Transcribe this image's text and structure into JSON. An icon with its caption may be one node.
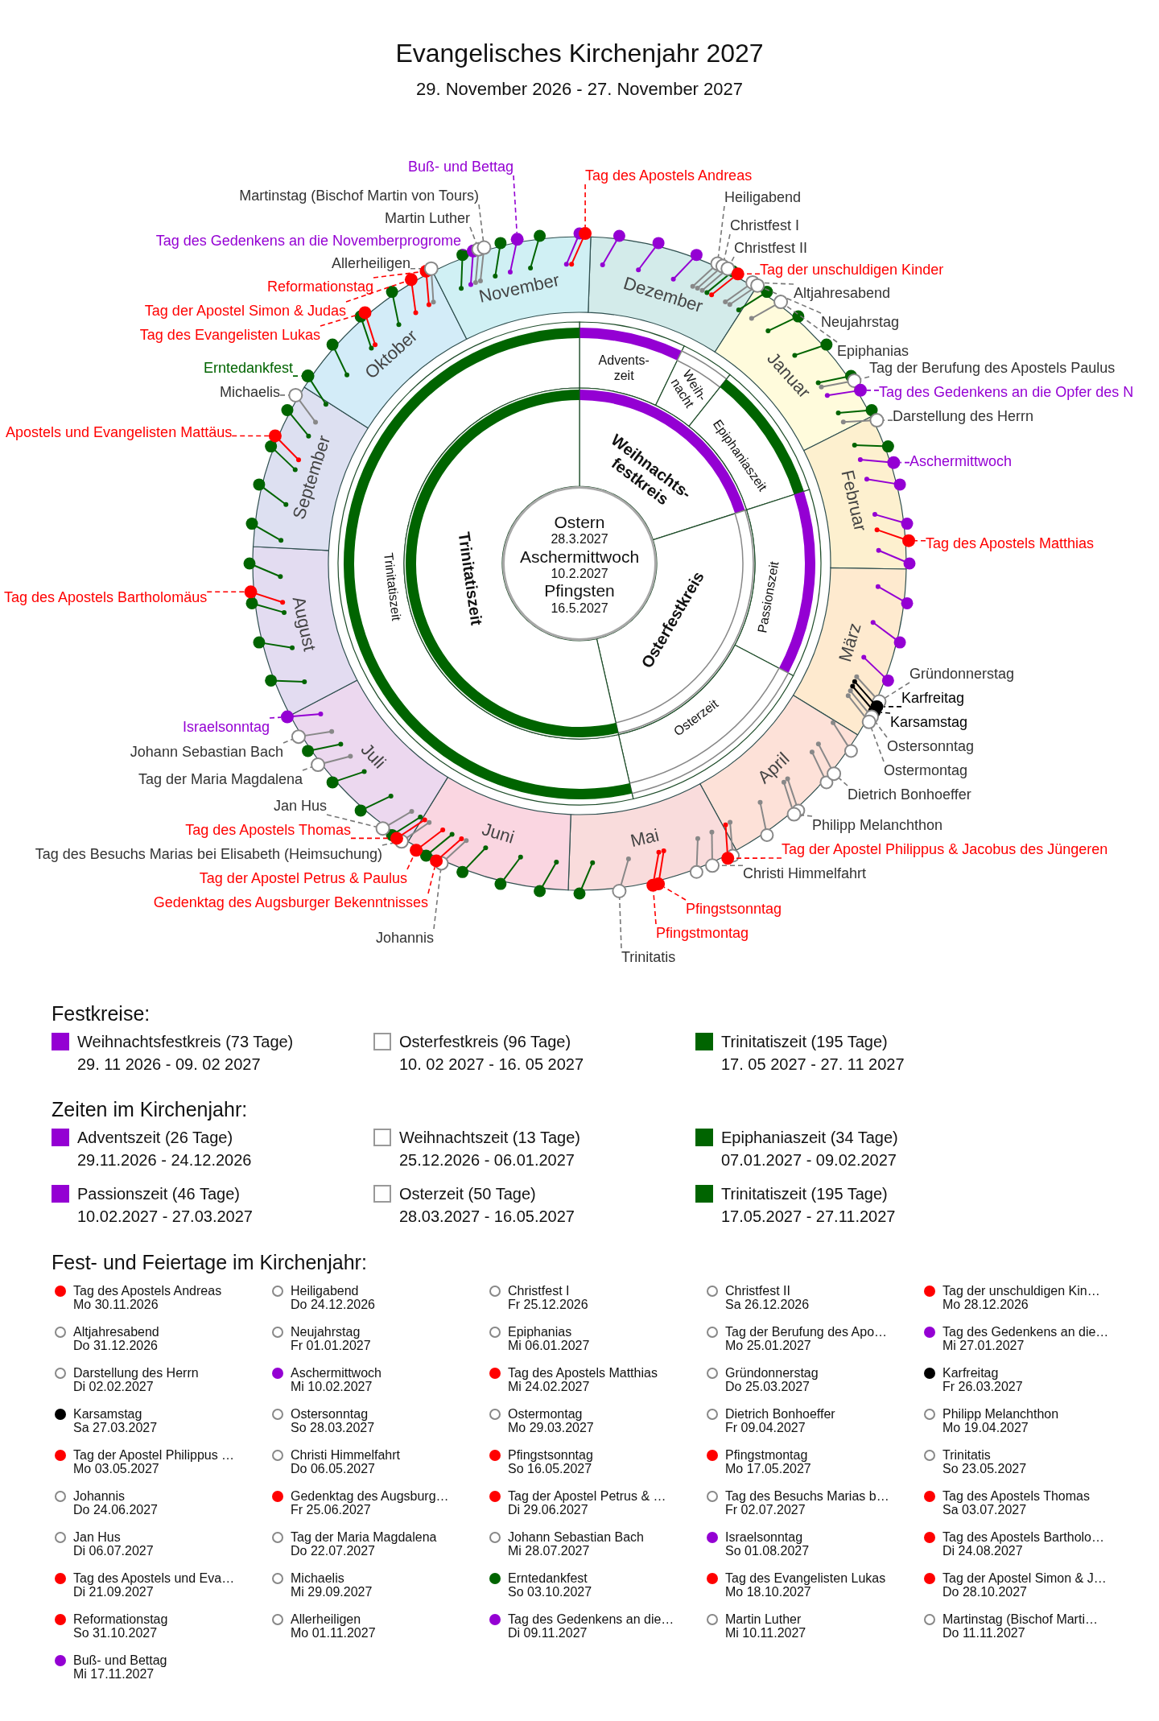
{
  "diagram": {
    "title": "Evangelisches Kirchenjahr 2027",
    "nodes": [
      {
        "text": [
          "Dezember"
        ]
      },
      {
        "text": [
          "Januar"
        ]
      },
      {
        "text": [
          "Februar"
        ]
      },
      {
        "text": [
          "März"
        ]
      },
      {
        "text": [
          "April"
        ]
      },
      {
        "text": [
          "Mai"
        ]
      },
      {
        "text": [
          "Juni"
        ]
      },
      {
        "text": [
          "Juli"
        ]
      },
      {
        "text": [
          "August"
        ]
      },
      {
        "text": [
          "September"
        ]
      },
      {
        "text": [
          "Oktober"
        ]
      },
      {
        "text": [
          "November"
        ]
      },
      {
        "text": [
          "Advents- zeit"
        ]
      },
      {
        "text": [
          "Weih- nacht"
        ]
      },
      {
        "text": [
          "Epiphaniaszeit"
        ]
      },
      {
        "text": [
          "Passionszeit"
        ]
      },
      {
        "text": [
          "Osterzeit"
        ]
      },
      {
        "text": [
          "Trinitatiszeit"
        ]
      },
      {
        "text": [
          "Weihnachts- festkreis"
        ]
      },
      {
        "text": [
          "Osterfestkreis"
        ]
      },
      {
        "text": [
          "Trinitatiszeit"
        ]
      },
      {
        "text": [
          "Ostern",
          "28.3.2027",
          "Aschermittwoch",
          "10.2.2027",
          "Pfingsten",
          "16.5.2027"
        ]
      },
      {
        "text": [
          "Tag des Apostels Andreas"
        ]
      },
      {
        "text": [
          "Heiligabend"
        ]
      },
      {
        "text": [
          "Christfest I"
        ]
      },
      {
        "text": [
          "Christfest II"
        ]
      },
      {
        "text": [
          "Tag der unschuldigen Kinder"
        ]
      },
      {
        "text": [
          "Altjahresabend"
        ]
      },
      {
        "text": [
          "Neujahrstag"
        ]
      },
      {
        "text": [
          "Epiphanias"
        ]
      },
      {
        "text": [
          "Tag der Berufung des Apostels Paulus"
        ]
      },
      {
        "text": [
          "Tag des Gedenkens an die Opfer des N"
        ]
      },
      {
        "text": [
          "Darstellung des Herrn"
        ]
      },
      {
        "text": [
          "Aschermittwoch"
        ]
      },
      {
        "text": [
          "Tag des Apostels Matthias"
        ]
      },
      {
        "text": [
          "Gründonnerstag"
        ]
      },
      {
        "text": [
          "Karfreitag"
        ]
      },
      {
        "text": [
          "Karsamstag"
        ]
      },
      {
        "text": [
          "Ostersonntag"
        ]
      },
      {
        "text": [
          "Ostermontag"
        ]
      },
      {
        "text": [
          "Dietrich Bonhoeffer"
        ]
      },
      {
        "text": [
          "Philipp Melanchthon"
        ]
      },
      {
        "text": [
          "Tag der Apostel Philippus & Jacobus des Jüngeren"
        ]
      },
      {
        "text": [
          "Christi Himmelfahrt"
        ]
      },
      {
        "text": [
          "Pfingstsonntag"
        ]
      },
      {
        "text": [
          "Pfingstmontag"
        ]
      },
      {
        "text": [
          "Trinitatis"
        ]
      },
      {
        "text": [
          "Johannis"
        ]
      },
      {
        "text": [
          "Gedenktag des Augsburger Bekenntnisses"
        ]
      },
      {
        "text": [
          "Tag der Apostel Petrus & Paulus"
        ]
      },
      {
        "text": [
          "Tag des Besuchs Marias bei Elisabeth (Heimsuchung)"
        ]
      },
      {
        "text": [
          "Tag des Apostels Thomas"
        ]
      },
      {
        "text": [
          "Jan Hus"
        ]
      },
      {
        "text": [
          "Tag der Maria Magdalena"
        ]
      },
      {
        "text": [
          "Johann Sebastian Bach"
        ]
      },
      {
        "text": [
          "Israelsonntag"
        ]
      },
      {
        "text": [
          "Tag des Apostels Bartholomäus"
        ]
      },
      {
        "text": [
          "Apostels und Evangelisten Mattäus"
        ]
      },
      {
        "text": [
          "Michaelis"
        ]
      },
      {
        "text": [
          "Erntedankfest"
        ]
      },
      {
        "text": [
          "Tag des Evangelisten Lukas"
        ]
      },
      {
        "text": [
          "Tag der Apostel Simon & Judas"
        ]
      },
      {
        "text": [
          "Reformationstag"
        ]
      },
      {
        "text": [
          "Allerheiligen"
        ]
      },
      {
        "text": [
          "Tag des Gedenkens an die Novemberprogrome"
        ]
      },
      {
        "text": [
          "Martin Luther"
        ]
      },
      {
        "text": [
          "Martinstag (Bischof Martin von Tours)"
        ]
      },
      {
        "text": [
          "Buß- und Bettag"
        ]
      },
      {
        "text": [],
        "shape": "circle"
      },
      {
        "text": [],
        "shape": "circle"
      },
      {
        "text": [],
        "shape": "circle"
      },
      {
        "text": [],
        "shape": "circle"
      },
      {
        "text": [],
        "shape": "circle"
      },
      {
        "text": [],
        "shape": "circle"
      },
      {
        "text": [],
        "shape": "circle"
      },
      {
        "text": [],
        "shape": "circle"
      },
      {
        "text": [],
        "shape": "circle"
      },
      {
        "text": [],
        "shape": "circle"
      },
      {
        "text": [],
        "shape": "circle"
      },
      {
        "text": [],
        "shape": "circle"
      },
      {
        "text": [],
        "shape": "circle"
      },
      {
        "text": [],
        "shape": "circle"
      },
      {
        "text": [],
        "shape": "circle"
      },
      {
        "text": [],
        "shape": "circle"
      },
      {
        "text": [],
        "shape": "circle"
      },
      {
        "text": [],
        "shape": "circle"
      },
      {
        "text": [],
        "shape": "circle"
      },
      {
        "text": [],
        "shape": "circle"
      },
      {
        "text": [],
        "shape": "circle"
      },
      {
        "text": [],
        "shape": "circle"
      },
      {
        "text": [],
        "shape": "circle"
      },
      {
        "text": [],
        "shape": "circle"
      },
      {
        "text": [],
        "shape": "circle"
      },
      {
        "text": [],
        "shape": "circle"
      },
      {
        "text": [],
        "shape": "circle"
      },
      {
        "text": [],
        "shape": "circle"
      },
      {
        "text": [],
        "shape": "circle"
      },
      {
        "text": [],
        "shape": "circle"
      },
      {
        "text": [],
        "shape": "circle"
      },
      {
        "text": [],
        "shape": "circle"
      },
      {
        "text": [],
        "shape": "circle"
      },
      {
        "text": [],
        "shape": "circle"
      },
      {
        "text": [],
        "shape": "circle"
      },
      {
        "text": [],
        "shape": "circle"
      },
      {
        "text": [],
        "shape": "circle"
      },
      {
        "text": [],
        "shape": "circle"
      },
      {
        "text": [],
        "shape": "circle"
      },
      {
        "text": [],
        "shape": "circle"
      },
      {
        "text": [],
        "shape": "circle"
      },
      {
        "text": [],
        "shape": "circle"
      },
      {
        "text": [],
        "shape": "circle"
      },
      {
        "text": [],
        "shape": "circle"
      },
      {
        "text": [],
        "shape": "circle"
      },
      {
        "text": [],
        "shape": "circle"
      }
    ],
    "edges": [
      {
        "from": 22,
        "to": 68,
        "arrow": "none",
        "style": "dashed",
        "color": "#ff0000"
      },
      {
        "from": 23,
        "to": 69,
        "arrow": "none",
        "style": "dashed"
      },
      {
        "from": 24,
        "to": 70,
        "arrow": "none",
        "style": "dashed"
      },
      {
        "from": 25,
        "to": 71,
        "arrow": "none",
        "style": "dashed"
      },
      {
        "from": 26,
        "to": 72,
        "arrow": "none",
        "style": "dashed",
        "color": "#ff0000"
      },
      {
        "from": 27,
        "to": 73,
        "arrow": "none",
        "style": "dashed"
      },
      {
        "from": 28,
        "to": 74,
        "arrow": "none",
        "style": "dashed"
      },
      {
        "from": 29,
        "to": 75,
        "arrow": "none",
        "style": "dashed"
      },
      {
        "from": 30,
        "to": 76,
        "arrow": "none",
        "style": "dashed"
      },
      {
        "from": 31,
        "to": 77,
        "arrow": "none",
        "style": "dashed",
        "color": "#9400d3"
      },
      {
        "from": 32,
        "to": 78,
        "arrow": "none",
        "style": "dashed"
      },
      {
        "from": 33,
        "to": 79,
        "arrow": "none",
        "style": "dashed",
        "color": "#9400d3"
      },
      {
        "from": 34,
        "to": 80,
        "arrow": "none",
        "style": "dashed",
        "color": "#ff0000"
      },
      {
        "from": 35,
        "to": 81,
        "arrow": "none",
        "style": "dashed"
      },
      {
        "from": 36,
        "to": 82,
        "arrow": "none",
        "style": "dashed",
        "color": "#000000"
      },
      {
        "from": 37,
        "to": 83,
        "arrow": "none",
        "style": "dashed",
        "color": "#000000"
      },
      {
        "from": 38,
        "to": 84,
        "arrow": "none",
        "style": "dashed"
      },
      {
        "from": 39,
        "to": 85,
        "arrow": "none",
        "style": "dashed"
      },
      {
        "from": 40,
        "to": 86,
        "arrow": "none",
        "style": "dashed"
      },
      {
        "from": 41,
        "to": 87,
        "arrow": "none",
        "style": "dashed"
      },
      {
        "from": 42,
        "to": 88,
        "arrow": "none",
        "style": "dashed",
        "color": "#ff0000"
      },
      {
        "from": 43,
        "to": 89,
        "arrow": "none",
        "style": "dashed"
      },
      {
        "from": 44,
        "to": 90,
        "arrow": "none",
        "style": "dashed",
        "color": "#ff0000"
      },
      {
        "from": 45,
        "to": 91,
        "arrow": "none",
        "style": "dashed",
        "color": "#ff0000"
      },
      {
        "from": 46,
        "to": 92,
        "arrow": "none",
        "style": "dashed"
      },
      {
        "from": 47,
        "to": 93,
        "arrow": "none",
        "style": "dashed"
      },
      {
        "from": 48,
        "to": 94,
        "arrow": "none",
        "style": "dashed",
        "color": "#ff0000"
      },
      {
        "from": 49,
        "to": 95,
        "arrow": "none",
        "style": "dashed",
        "color": "#ff0000"
      },
      {
        "from": 50,
        "to": 96,
        "arrow": "none",
        "style": "dashed"
      },
      {
        "from": 51,
        "to": 97,
        "arrow": "none",
        "style": "dashed",
        "color": "#ff0000"
      },
      {
        "from": 52,
        "to": 98,
        "arrow": "none",
        "style": "dashed"
      },
      {
        "from": 53,
        "to": 99,
        "arrow": "none",
        "style": "dashed"
      },
      {
        "from": 54,
        "to": 100,
        "arrow": "none",
        "style": "dashed"
      },
      {
        "from": 55,
        "to": 101,
        "arrow": "none",
        "style": "dashed",
        "color": "#9400d3"
      },
      {
        "from": 56,
        "to": 102,
        "arrow": "none",
        "style": "dashed",
        "color": "#ff0000"
      },
      {
        "from": 57,
        "to": 103,
        "arrow": "none",
        "style": "dashed",
        "color": "#ff0000"
      },
      {
        "from": 58,
        "to": 104,
        "arrow": "none",
        "style": "dashed"
      },
      {
        "from": 59,
        "to": 105,
        "arrow": "none",
        "style": "dashed",
        "color": "#006400"
      },
      {
        "from": 60,
        "to": 106,
        "arrow": "none",
        "style": "dashed",
        "color": "#ff0000"
      },
      {
        "from": 61,
        "to": 107,
        "arrow": "none",
        "style": "dashed",
        "color": "#ff0000"
      },
      {
        "from": 62,
        "to": 108,
        "arrow": "none",
        "style": "dashed",
        "color": "#ff0000"
      },
      {
        "from": 63,
        "to": 109,
        "arrow": "none",
        "style": "dashed"
      },
      {
        "from": 64,
        "to": 110,
        "arrow": "none",
        "style": "dashed",
        "color": "#9400d3"
      },
      {
        "from": 65,
        "to": 111,
        "arrow": "none",
        "style": "dashed"
      },
      {
        "from": 66,
        "to": 112,
        "arrow": "none",
        "style": "dashed"
      },
      {
        "from": 67,
        "to": 113,
        "arrow": "none",
        "style": "dashed",
        "color": "#9400d3"
      }
    ],
    "labels": [
      "29. November 2026 - 27. November 2027",
      "Festkreise:",
      "29. 11 2026 - 09. 02 2027",
      "10. 02 2027 - 16. 05 2027",
      "17. 05 2027 - 27. 11 2027",
      "Zeiten im Kirchenjahr:",
      "29.11.2026 - 24.12.2026",
      "25.12.2026 - 06.01.2027",
      "07.01.2027 - 09.02.2027",
      "10.02.2027 - 27.03.2027",
      "28.03.2027 - 16.05.2027",
      "17.05.2027 - 27.11.2027",
      "Fest- und Feiertage im Kirchenjahr:",
      "Mo 30.11.2026",
      "Do 24.12.2026",
      "Fr 25.12.2026",
      "Sa 26.12.2026",
      "Mo 28.12.2026",
      "Do 31.12.2026",
      "Fr 01.01.2027",
      "Mi 06.01.2027",
      "Mo 25.01.2027",
      "Mi 27.01.2027",
      "Di 02.02.2027",
      "Mi 10.02.2027",
      "Mi 24.02.2027",
      "Do 25.03.2027",
      "Fr 26.03.2027",
      "Sa 27.03.2027",
      "So 28.03.2027",
      "Mo 29.03.2027",
      "Fr 09.04.2027",
      "Mo 19.04.2027",
      "Mo 03.05.2027",
      "Do 06.05.2027",
      "So 16.05.2027",
      "Mo 17.05.2027",
      "So 23.05.2027",
      "Do 24.06.2027",
      "Fr 25.06.2027",
      "Di 29.06.2027",
      "Fr 02.07.2027",
      "Sa 03.07.2027",
      "Di 06.07.2027",
      "Do 22.07.2027",
      "Mi 28.07.2027",
      "So 01.08.2027",
      "Di 24.08.2027",
      "Di 21.09.2027",
      "Mi 29.09.2027",
      "So 03.10.2027",
      "Mo 18.10.2027",
      "Do 28.10.2027",
      "So 31.10.2027",
      "Mo 01.11.2027",
      "Di 09.11.2027",
      "Mi 10.11.2027",
      "Do 11.11.2027",
      "Mi 17.11.2027"
    ],
    "legend": [
      {
        "text": "Weihnachtsfestkreis (73 Tage)",
        "color": "#9400d3"
      },
      {
        "text": "Osterfestkreis (96 Tage)",
        "color": "#ffffff"
      },
      {
        "text": "Trinitatiszeit (195 Tage)",
        "color": "#006400"
      },
      {
        "text": "Adventszeit (26 Tage)",
        "color": "#9400d3"
      },
      {
        "text": "Weihnachtszeit (13 Tage)",
        "color": "#ffffff"
      },
      {
        "text": "Epiphaniaszeit (34 Tage)",
        "color": "#006400"
      },
      {
        "text": "Passionszeit (46 Tage)",
        "color": "#9400d3"
      },
      {
        "text": "Osterzeit (50 Tage)",
        "color": "#ffffff"
      },
      {
        "text": "Trinitatiszeit (195 Tage)",
        "color": "#006400"
      },
      {
        "text": "Tag des Apostels Andreas",
        "color": "#ff0000"
      },
      {
        "text": "Heiligabend",
        "color": "#ffffff"
      },
      {
        "text": "Christfest I",
        "color": "#ffffff"
      },
      {
        "text": "Christfest II",
        "color": "#ffffff"
      },
      {
        "text": "Tag der unschuldigen Kin…",
        "color": "#ff0000"
      },
      {
        "text": "Altjahresabend",
        "color": "#ffffff"
      },
      {
        "text": "Neujahrstag",
        "color": "#ffffff"
      },
      {
        "text": "Epiphanias",
        "color": "#ffffff"
      },
      {
        "text": "Tag der Berufung des Apo…",
        "color": "#ffffff"
      },
      {
        "text": "Tag des Gedenkens an die…",
        "color": "#9400d3"
      },
      {
        "text": "Darstellung des Herrn",
        "color": "#ffffff"
      },
      {
        "text": "Aschermittwoch",
        "color": "#9400d3"
      },
      {
        "text": "Tag des Apostels Matthias",
        "color": "#ff0000"
      },
      {
        "text": "Gründonnerstag",
        "color": "#ffffff"
      },
      {
        "text": "Karfreitag",
        "color": "#000000"
      },
      {
        "text": "Karsamstag",
        "color": "#000000"
      },
      {
        "text": "Ostersonntag",
        "color": "#ffffff"
      },
      {
        "text": "Ostermontag",
        "color": "#ffffff"
      },
      {
        "text": "Dietrich Bonhoeffer",
        "color": "#ffffff"
      },
      {
        "text": "Philipp Melanchthon",
        "color": "#ffffff"
      },
      {
        "text": "Tag der Apostel Philippus …",
        "color": "#ff0000"
      },
      {
        "text": "Christi Himmelfahrt",
        "color": "#ffffff"
      },
      {
        "text": "Pfingstsonntag",
        "color": "#ff0000"
      },
      {
        "text": "Pfingstmontag",
        "color": "#ff0000"
      },
      {
        "text": "Trinitatis",
        "color": "#ffffff"
      },
      {
        "text": "Johannis",
        "color": "#ffffff"
      },
      {
        "text": "Gedenktag des Augsburg…",
        "color": "#ff0000"
      },
      {
        "text": "Tag der Apostel Petrus & …",
        "color": "#ff0000"
      },
      {
        "text": "Tag des Besuchs Marias b…",
        "color": "#ffffff"
      },
      {
        "text": "Tag des Apostels Thomas",
        "color": "#ff0000"
      },
      {
        "text": "Jan Hus",
        "color": "#ffffff"
      },
      {
        "text": "Tag der Maria Magdalena",
        "color": "#ffffff"
      },
      {
        "text": "Johann Sebastian Bach",
        "color": "#ffffff"
      },
      {
        "text": "Israelsonntag",
        "color": "#9400d3"
      },
      {
        "text": "Tag des Apostels Bartholo…",
        "color": "#ff0000"
      },
      {
        "text": "Tag des Apostels und Eva…",
        "color": "#ff0000"
      },
      {
        "text": "Michaelis",
        "color": "#ffffff"
      },
      {
        "text": "Erntedankfest",
        "color": "#006400"
      },
      {
        "text": "Tag des Evangelisten Lukas",
        "color": "#ff0000"
      },
      {
        "text": "Tag der Apostel Simon & J…",
        "color": "#ff0000"
      },
      {
        "text": "Reformationstag",
        "color": "#ff0000"
      },
      {
        "text": "Allerheiligen",
        "color": "#ffffff"
      },
      {
        "text": "Tag des Gedenkens an die…",
        "color": "#9400d3"
      },
      {
        "text": "Martin Luther",
        "color": "#ffffff"
      },
      {
        "text": "Martinstag (Bischof Marti…",
        "color": "#ffffff"
      },
      {
        "text": "Buß- und Bettag",
        "color": "#9400d3"
      }
    ]
  }
}
